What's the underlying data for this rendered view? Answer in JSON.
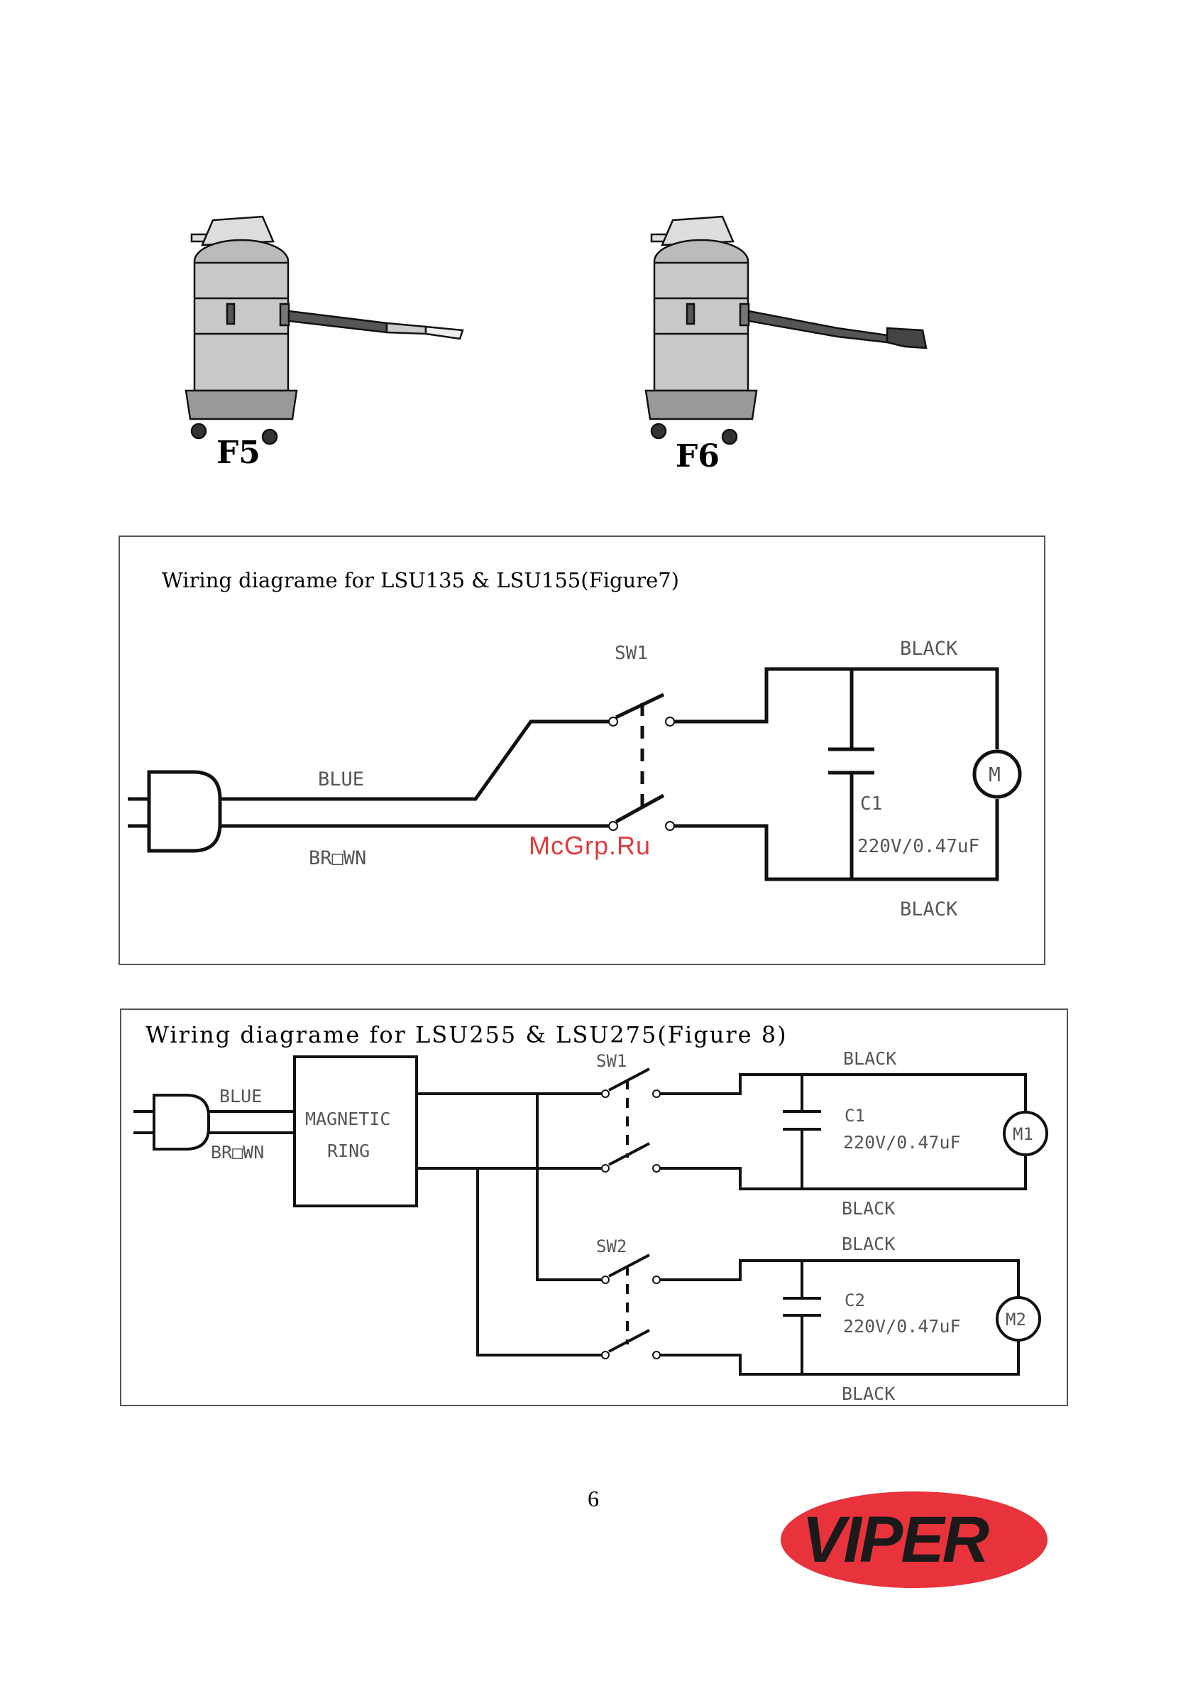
{
  "figures": {
    "f5": {
      "label": "F5"
    },
    "f6": {
      "label": "F6"
    }
  },
  "diagram1": {
    "title": "Wiring diagrame for LSU135 & LSU155(Figure7)",
    "sw": "SW1",
    "black_top": "BLACK",
    "black_bottom": "BLACK",
    "blue": "BLUE",
    "brown": "BR□WN",
    "cap": "C1",
    "cap_rating": "220V/0.47uF",
    "motor": "M"
  },
  "diagram2": {
    "title": "Wiring diagrame for LSU255 & LSU275(Figure 8)",
    "blue": "BLUE",
    "brown": "BR□WN",
    "ring_line1": "MAGNETIC",
    "ring_line2": "RING",
    "sw1": "SW1",
    "sw2": "SW2",
    "black1_top": "BLACK",
    "black1_bottom": "BLACK",
    "black2_top": "BLACK",
    "black2_bottom": "BLACK",
    "cap1": "C1",
    "cap1_rating": "220V/0.47uF",
    "cap2": "C2",
    "cap2_rating": "220V/0.47uF",
    "motor1": "M1",
    "motor2": "M2"
  },
  "watermark": "McGrp.Ru",
  "page_number": "6",
  "logo": {
    "text": "VIPER",
    "ellipse_color": "#e8323c",
    "text_color": "#1a1a1a"
  }
}
